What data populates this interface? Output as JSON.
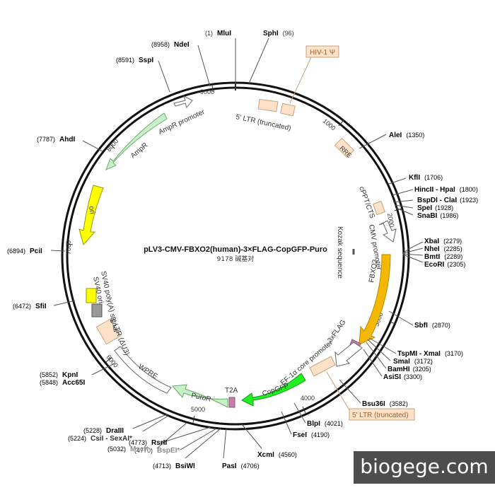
{
  "plasmid": {
    "name": "pLV3-CMV-FBXO2(human)-3×FLAG-CopGFP-Puro",
    "size_label": "9178 碱基对",
    "length": 9178
  },
  "ticks": [
    "1000",
    "2000",
    "3000",
    "4000",
    "5000",
    "6000",
    "7000",
    "8000",
    "9000"
  ],
  "features": [
    {
      "name": "5' LTR (truncated)",
      "label": "5' LTR (truncated)",
      "color": "#fde1c9",
      "type": "box"
    },
    {
      "name": "HIV-1 Ψ",
      "label": "HIV-1 Ψ",
      "color": "#fde1c9",
      "type": "callout"
    },
    {
      "name": "RRE",
      "label": "RRE",
      "color": "#fde1c9",
      "type": "box"
    },
    {
      "name": "cPPT/CTS",
      "label": "cPPT/CTS",
      "color": "#fde1c9",
      "type": "box"
    },
    {
      "name": "CMV promoter",
      "label": "CMV promoter",
      "color": "#ffffff",
      "type": "arrow"
    },
    {
      "name": "Kozak sequence",
      "label": "Kozak sequence",
      "color": "#555555",
      "type": "line"
    },
    {
      "name": "FBXO2",
      "label": "FBXO2",
      "color": "#f5b800",
      "type": "arrow"
    },
    {
      "name": "3xFLAG",
      "label": "3xFLAG",
      "color": "#c47fa8",
      "type": "box"
    },
    {
      "name": "EF-1α core promoter",
      "label": "EF-1α core promoter",
      "color": "#ffffff",
      "type": "arrow"
    },
    {
      "name": "CopGFP",
      "label": "CopGFP",
      "color": "#22ee22",
      "type": "arrow"
    },
    {
      "name": "T2A",
      "label": "T2A",
      "color": "#c47fa8",
      "type": "box"
    },
    {
      "name": "PuroR",
      "label": "PuroR",
      "color": "#c8f0c8",
      "type": "arrow"
    },
    {
      "name": "WPRE",
      "label": "WPRE",
      "color": "#ffffff",
      "type": "box"
    },
    {
      "name": "3' LTR (ΔU3)",
      "label": "3' LTR (ΔU3)",
      "color": "#fde1c9",
      "type": "box"
    },
    {
      "name": "SV40 poly(A) signal",
      "label": "SV40 poly(A) signal",
      "color": "#999999",
      "type": "box"
    },
    {
      "name": "SV40 ori",
      "label": "SV40 ori",
      "color": "#ffff00",
      "type": "box"
    },
    {
      "name": "ori",
      "label": "ori",
      "color": "#ffff00",
      "type": "arrow"
    },
    {
      "name": "AmpR",
      "label": "AmpR",
      "color": "#c8f0c8",
      "type": "arrow"
    },
    {
      "name": "AmpR promoter",
      "label": "AmpR promoter",
      "color": "#ffffff",
      "type": "arrow"
    },
    {
      "name": "5' LTR (truncated) 2",
      "label": "5' LTR (truncated)",
      "color": "#fde1c9",
      "type": "callout"
    }
  ],
  "enzymes": [
    {
      "name": "MluI",
      "pos": "(1)",
      "color": "#000000"
    },
    {
      "name": "SphI",
      "pos": "(96)",
      "color": "#000000"
    },
    {
      "name": "AleI",
      "pos": "(1350)",
      "color": "#000000"
    },
    {
      "name": "KflI",
      "pos": "(1706)",
      "color": "#000000"
    },
    {
      "name": "HincII - HpaI",
      "pos": "(1800)",
      "color": "#000000"
    },
    {
      "name": "BspDI - ClaI",
      "pos": "(1923)",
      "color": "#000000"
    },
    {
      "name": "SpeI",
      "pos": "(1928)",
      "color": "#000000"
    },
    {
      "name": "SnaBI",
      "pos": "(1986)",
      "color": "#000000"
    },
    {
      "name": "XbaI",
      "pos": "(2279)",
      "color": "#000000"
    },
    {
      "name": "NheI",
      "pos": "(2285)",
      "color": "#000000"
    },
    {
      "name": "BmtI",
      "pos": "(2289)",
      "color": "#000000"
    },
    {
      "name": "EcoRI",
      "pos": "(2305)",
      "color": "#000000"
    },
    {
      "name": "SbfI",
      "pos": "(2870)",
      "color": "#000000"
    },
    {
      "name": "TspMI - XmaI",
      "pos": "(3170)",
      "color": "#000000"
    },
    {
      "name": "SmaI",
      "pos": "(3172)",
      "color": "#000000"
    },
    {
      "name": "BamHI",
      "pos": "(3205)",
      "color": "#000000"
    },
    {
      "name": "AsiSI",
      "pos": "(3300)",
      "color": "#000000"
    },
    {
      "name": "Bsu36I",
      "pos": "(3582)",
      "color": "#000000"
    },
    {
      "name": "BlpI",
      "pos": "(4021)",
      "color": "#000000"
    },
    {
      "name": "FseI",
      "pos": "(4190)",
      "color": "#000000"
    },
    {
      "name": "XcmI",
      "pos": "(4560)",
      "color": "#000000"
    },
    {
      "name": "PasI",
      "pos": "(4706)",
      "color": "#000000"
    },
    {
      "name": "BsiWI",
      "pos": "(4713)",
      "color": "#000000"
    },
    {
      "name": "BspEI*",
      "pos": "(4770)",
      "color": "#8a8a8a"
    },
    {
      "name": "RsrII",
      "pos": "(4773)",
      "color": "#000000"
    },
    {
      "name": "MscI*",
      "pos": "(5032)",
      "color": "#8a8a8a"
    },
    {
      "name": "CsiI - SexAI*",
      "pos": "(5224)",
      "color": "#8a8a8a"
    },
    {
      "name": "DraIII",
      "pos": "(5228)",
      "color": "#000000"
    },
    {
      "name": "Acc65I",
      "pos": "(5848)",
      "color": "#000000"
    },
    {
      "name": "KpnI",
      "pos": "(5852)",
      "color": "#000000"
    },
    {
      "name": "SfiI",
      "pos": "(6472)",
      "color": "#000000"
    },
    {
      "name": "PciI",
      "pos": "(6894)",
      "color": "#000000"
    },
    {
      "name": "AhdI",
      "pos": "(7787)",
      "color": "#000000"
    },
    {
      "name": "SspI",
      "pos": "(8591)",
      "color": "#000000"
    },
    {
      "name": "NdeI",
      "pos": "(8958)",
      "color": "#000000"
    }
  ],
  "watermark": "biogege.com"
}
